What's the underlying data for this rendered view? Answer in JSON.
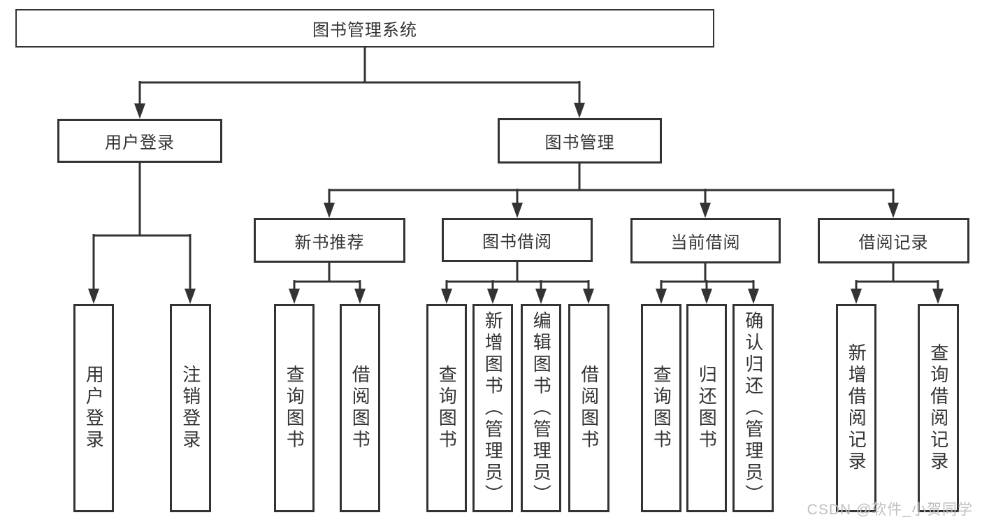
{
  "diagram": {
    "root": {
      "label": "图书管理系统"
    },
    "user_login": {
      "label": "用户登录",
      "children": [
        {
          "label": "用户登录"
        },
        {
          "label": "注销登录"
        }
      ]
    },
    "book_management": {
      "label": "图书管理",
      "sections": [
        {
          "label": "新书推荐",
          "children": [
            {
              "label": "查询图书"
            },
            {
              "label": "借阅图书"
            }
          ]
        },
        {
          "label": "图书借阅",
          "children": [
            {
              "label": "查询图书"
            },
            {
              "label": "新增图书（管理员）"
            },
            {
              "label": "编辑图书（管理员）"
            },
            {
              "label": "借阅图书"
            }
          ]
        },
        {
          "label": "当前借阅",
          "children": [
            {
              "label": "查询图书"
            },
            {
              "label": "归还图书"
            },
            {
              "label": "确认归还（管理员）"
            }
          ]
        },
        {
          "label": "借阅记录",
          "children": [
            {
              "label": "新增借阅记录"
            },
            {
              "label": "查询借阅记录"
            }
          ]
        }
      ]
    }
  },
  "colors": {
    "line": "#333333",
    "text": "#333333",
    "watermark": "#bfbfc4",
    "background": "#ffffff"
  },
  "watermark": {
    "text": "CSDN @软件_小贺同学"
  }
}
